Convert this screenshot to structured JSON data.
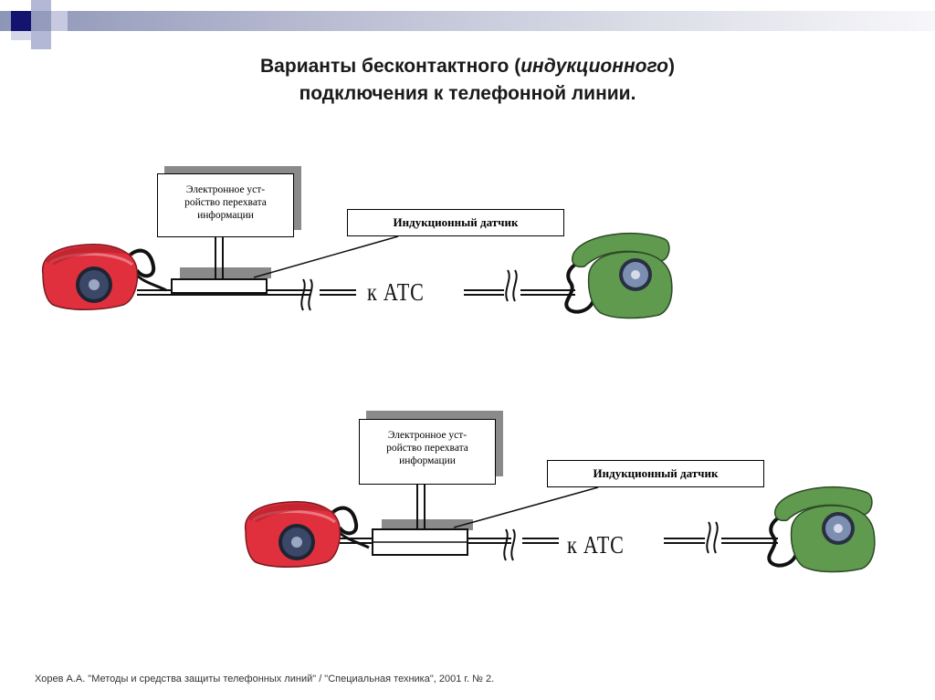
{
  "slide": {
    "title_line1_prefix": "Варианты бесконтактного (",
    "title_line1_emph": "индукционного",
    "title_line1_suffix": ")",
    "title_line2": "подключения к телефонной линии.",
    "footer": "Хорев А.А.  \"Методы и средства защиты телефонных линий\" / \"Специальная техника\", 2001 г. № 2."
  },
  "diagrams": [
    {
      "device_label_line1": "Электронное уст-",
      "device_label_line2": "ройство перехвата",
      "device_label_line3": "информации",
      "sensor_label": "Индукционный датчик",
      "atc_label": "к  АТС",
      "left_phone_color": "#e0303e",
      "right_phone_color": "#5f9a4e"
    },
    {
      "device_label_line1": "Электронное уст-",
      "device_label_line2": "ройство перехвата",
      "device_label_line3": "информации",
      "sensor_label": "Индукционный датчик",
      "atc_label": "к  АТС",
      "left_phone_color": "#e0303e",
      "right_phone_color": "#5f9a4e"
    }
  ],
  "colors": {
    "accent_navy": "#141470",
    "accent_lavender": "#b3b8d6"
  }
}
